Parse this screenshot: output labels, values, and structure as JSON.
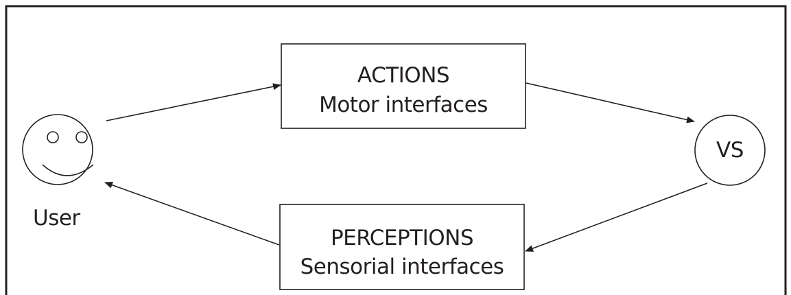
{
  "diagram": {
    "nodes": {
      "user": {
        "label": "User"
      },
      "actions": {
        "title": "ACTIONS",
        "subtitle": "Motor interfaces"
      },
      "vs": {
        "label": "VS"
      },
      "perceptions": {
        "title": "PERCEPTIONS",
        "subtitle": "Sensorial interfaces"
      }
    },
    "edges": [
      {
        "from": "user",
        "to": "actions"
      },
      {
        "from": "actions",
        "to": "vs"
      },
      {
        "from": "vs",
        "to": "perceptions"
      },
      {
        "from": "perceptions",
        "to": "user"
      }
    ],
    "colors": {
      "stroke": "#231f20",
      "background": "#ffffff"
    }
  }
}
